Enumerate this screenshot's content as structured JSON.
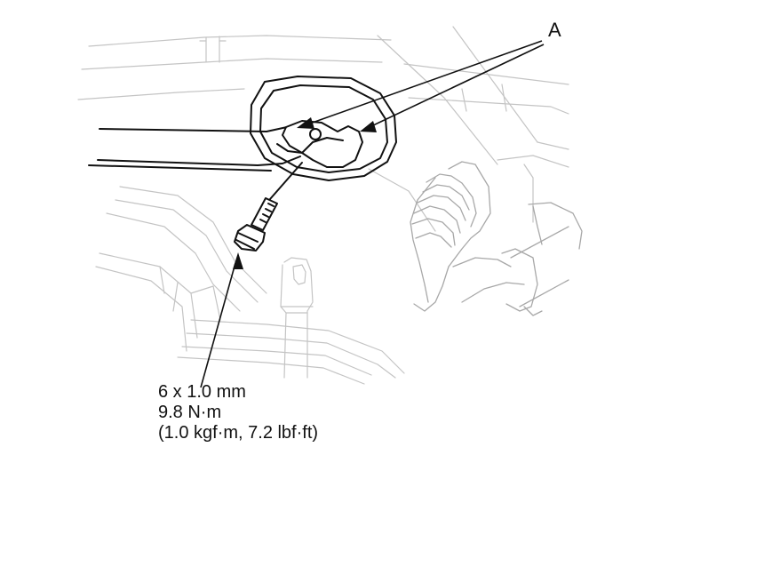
{
  "callouts": {
    "label_a": "A",
    "bolt_spec": {
      "size": "6 x 1.0 mm",
      "torque_nm": "9.8 N·m",
      "torque_alt": "(1.0 kgf·m, 7.2 lbf·ft)"
    }
  },
  "colors": {
    "line_dark": "#111111",
    "line_light": "#c4c4c4",
    "background": "#ffffff"
  }
}
